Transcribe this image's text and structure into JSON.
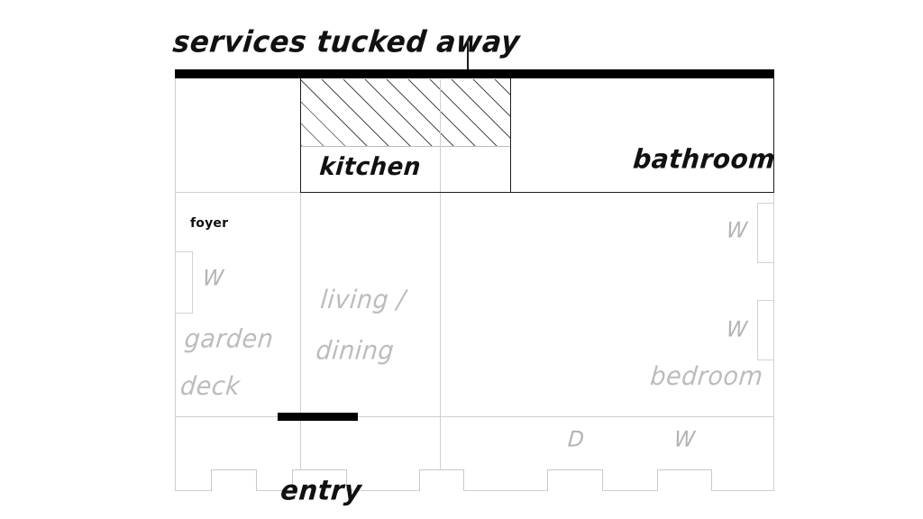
{
  "sketch": {
    "title": "services tucked away",
    "background_color": "#ffffff"
  },
  "rooms": [
    {
      "id": "kitchen",
      "label": "kitchen",
      "style": "dark"
    },
    {
      "id": "bathroom",
      "label": "bathroom",
      "style": "dark"
    },
    {
      "id": "foyer",
      "label": "foyer",
      "style": "annotation"
    },
    {
      "id": "garden",
      "label": "garden\ndeck",
      "style": "grey"
    },
    {
      "id": "living",
      "label": "living /\ndining",
      "style": "grey"
    },
    {
      "id": "bedroom",
      "label": "bedroom",
      "style": "grey"
    },
    {
      "id": "entry",
      "label": "entry",
      "style": "dark"
    }
  ],
  "markers": [
    {
      "id": "marker-w-garden",
      "label": "W"
    },
    {
      "id": "marker-w-bed-top",
      "label": "W"
    },
    {
      "id": "marker-w-bed-mid",
      "label": "W"
    },
    {
      "id": "marker-d-bottom",
      "label": "D"
    },
    {
      "id": "marker-w-bottom",
      "label": "W"
    }
  ],
  "colors": {
    "ink": "#111111",
    "ghost": "#b3b3b3",
    "wall_heavy": "#000000",
    "wall_light": "#cfcfcf",
    "hatch": "#4a4a4a"
  }
}
